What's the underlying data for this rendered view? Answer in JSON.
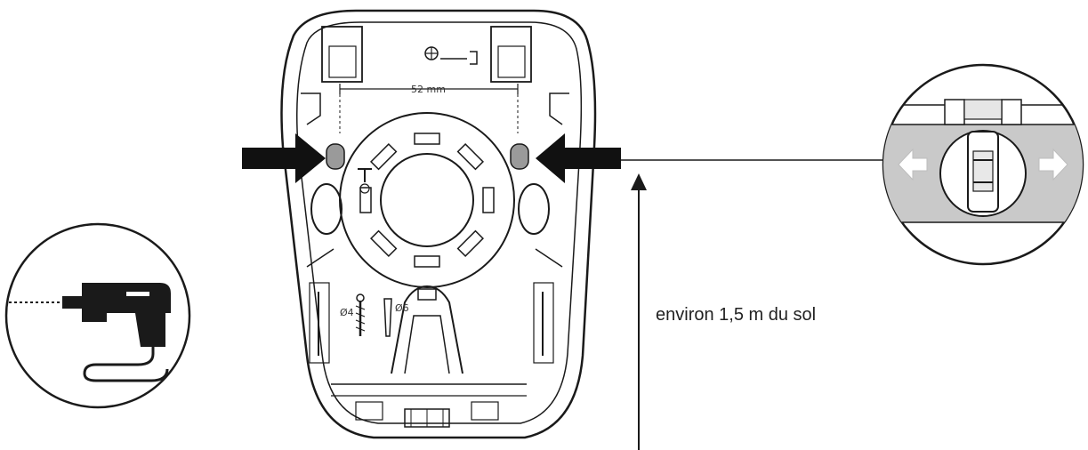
{
  "diagram": {
    "height_label": "environ 1,5 m du sol",
    "spacing_label": "52 mm",
    "screw_label_left": "Ø4",
    "screw_label_right": "Ø6",
    "colors": {
      "line": "#1a1a1a",
      "level_band": "#c9c9c9",
      "hole_fill": "#9a9a9a",
      "arrow": "#111111"
    },
    "icons": [
      "drill-icon",
      "screw-icon",
      "wall-plug-icon",
      "level-bubble-icon",
      "arrow-left-icon",
      "arrow-right-icon"
    ]
  }
}
